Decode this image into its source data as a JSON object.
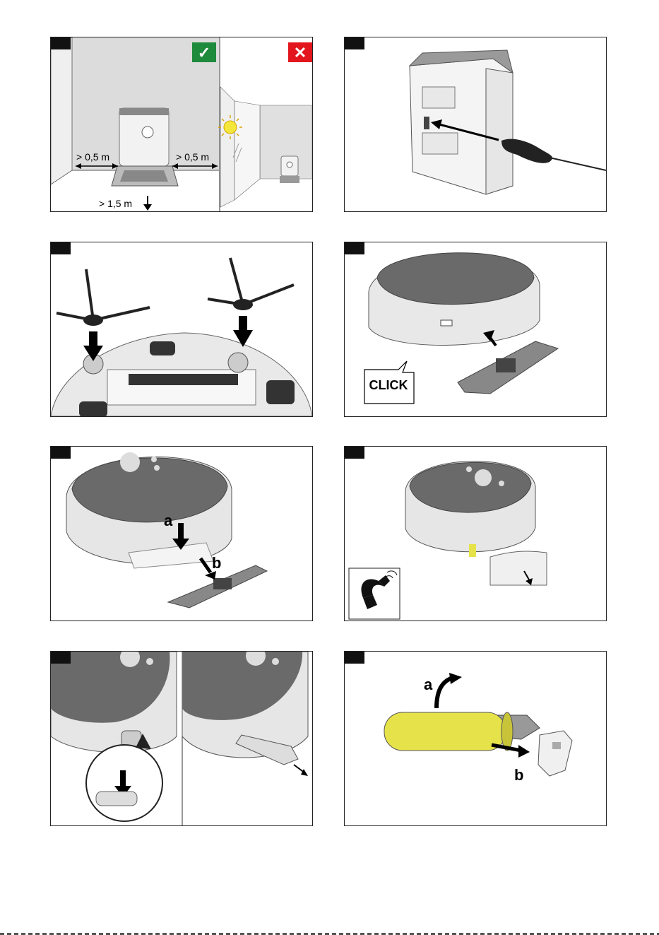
{
  "panels": {
    "p1": {
      "dist_left": "> 0,5 m",
      "dist_right": "> 0,5 m",
      "dist_front": "> 1,5 m",
      "ok_symbol": "✓",
      "bad_symbol": "✕"
    },
    "p4": {
      "click_text": "CLICK"
    },
    "p5": {
      "label_a": "a",
      "label_b": "b"
    },
    "p8": {
      "label_a": "a",
      "label_b": "b"
    }
  },
  "colors": {
    "ok": "#1e8a3c",
    "bad": "#e3161d",
    "mop_roller": "#e6e24a",
    "robot_top": "#6a6a6a"
  }
}
